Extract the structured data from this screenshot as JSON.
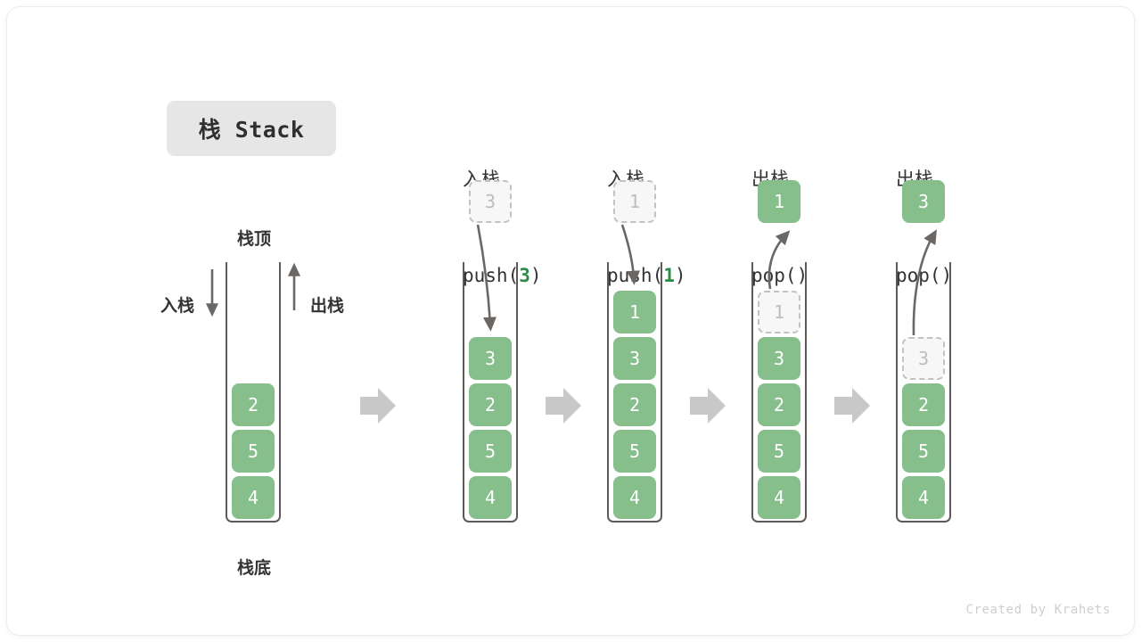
{
  "diagram": {
    "title": "栈 Stack",
    "credit": "Created by Krahets",
    "accent_green": "#86bf8c",
    "accent_green_text": "#2e8b47",
    "ghost_fill": "#f7f7f7",
    "ghost_border": "#c2c2c2",
    "stack_border": "#5d5a58",
    "arrow_gray": "#c8c8c8",
    "pill_bg": "#e6e6e6"
  },
  "legend": {
    "top_label": "栈顶",
    "bottom_label": "栈底",
    "push_label": "入栈",
    "pop_label": "出栈"
  },
  "steps": [
    {
      "id": "initial",
      "op": "",
      "op_prefix": "",
      "op_arg": "",
      "op_suffix": "",
      "cells": [
        "2",
        "5",
        "4"
      ],
      "ghost": null,
      "external": null
    },
    {
      "id": "push-3",
      "op": "入栈",
      "op_prefix": "push(",
      "op_arg": "3",
      "op_suffix": ")",
      "cells": [
        "3",
        "2",
        "5",
        "4"
      ],
      "ghost": {
        "value": "3",
        "position": "above"
      },
      "external": null
    },
    {
      "id": "push-1",
      "op": "入栈",
      "op_prefix": "push(",
      "op_arg": "1",
      "op_suffix": ")",
      "cells": [
        "1",
        "3",
        "2",
        "5",
        "4"
      ],
      "ghost": {
        "value": "1",
        "position": "above"
      },
      "external": null
    },
    {
      "id": "pop-1",
      "op": "出栈",
      "op_prefix": "pop(",
      "op_arg": "",
      "op_suffix": ")",
      "cells": [
        "3",
        "2",
        "5",
        "4"
      ],
      "ghost": {
        "value": "1",
        "position": "inside-top"
      },
      "external": {
        "value": "1"
      }
    },
    {
      "id": "pop-3",
      "op": "出栈",
      "op_prefix": "pop(",
      "op_arg": "",
      "op_suffix": ")",
      "cells": [
        "2",
        "5",
        "4"
      ],
      "ghost": {
        "value": "3",
        "position": "inside-top"
      },
      "external": {
        "value": "3"
      }
    }
  ],
  "flow_arrows": 4
}
